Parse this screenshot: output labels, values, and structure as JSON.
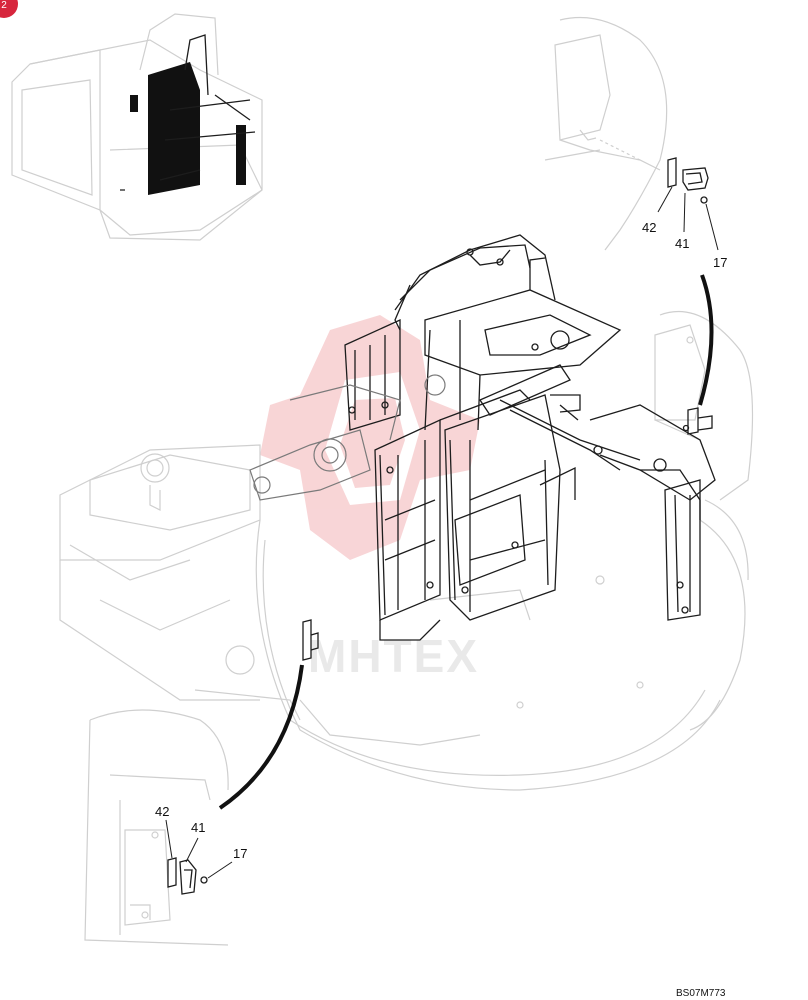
{
  "callouts": {
    "upper": {
      "p42": "42",
      "p41": "41",
      "p17": "17"
    },
    "lower": {
      "p42": "42",
      "p41": "41",
      "p17": "17"
    }
  },
  "drawing_code": "BS07M773",
  "watermark": "MHTEX",
  "page_badge": "2",
  "colors": {
    "badge": "#d7263d",
    "watermark_logo": "#f3b3b6",
    "line_dark": "#1d1d1d",
    "line_faint": "#cfcfcf"
  }
}
